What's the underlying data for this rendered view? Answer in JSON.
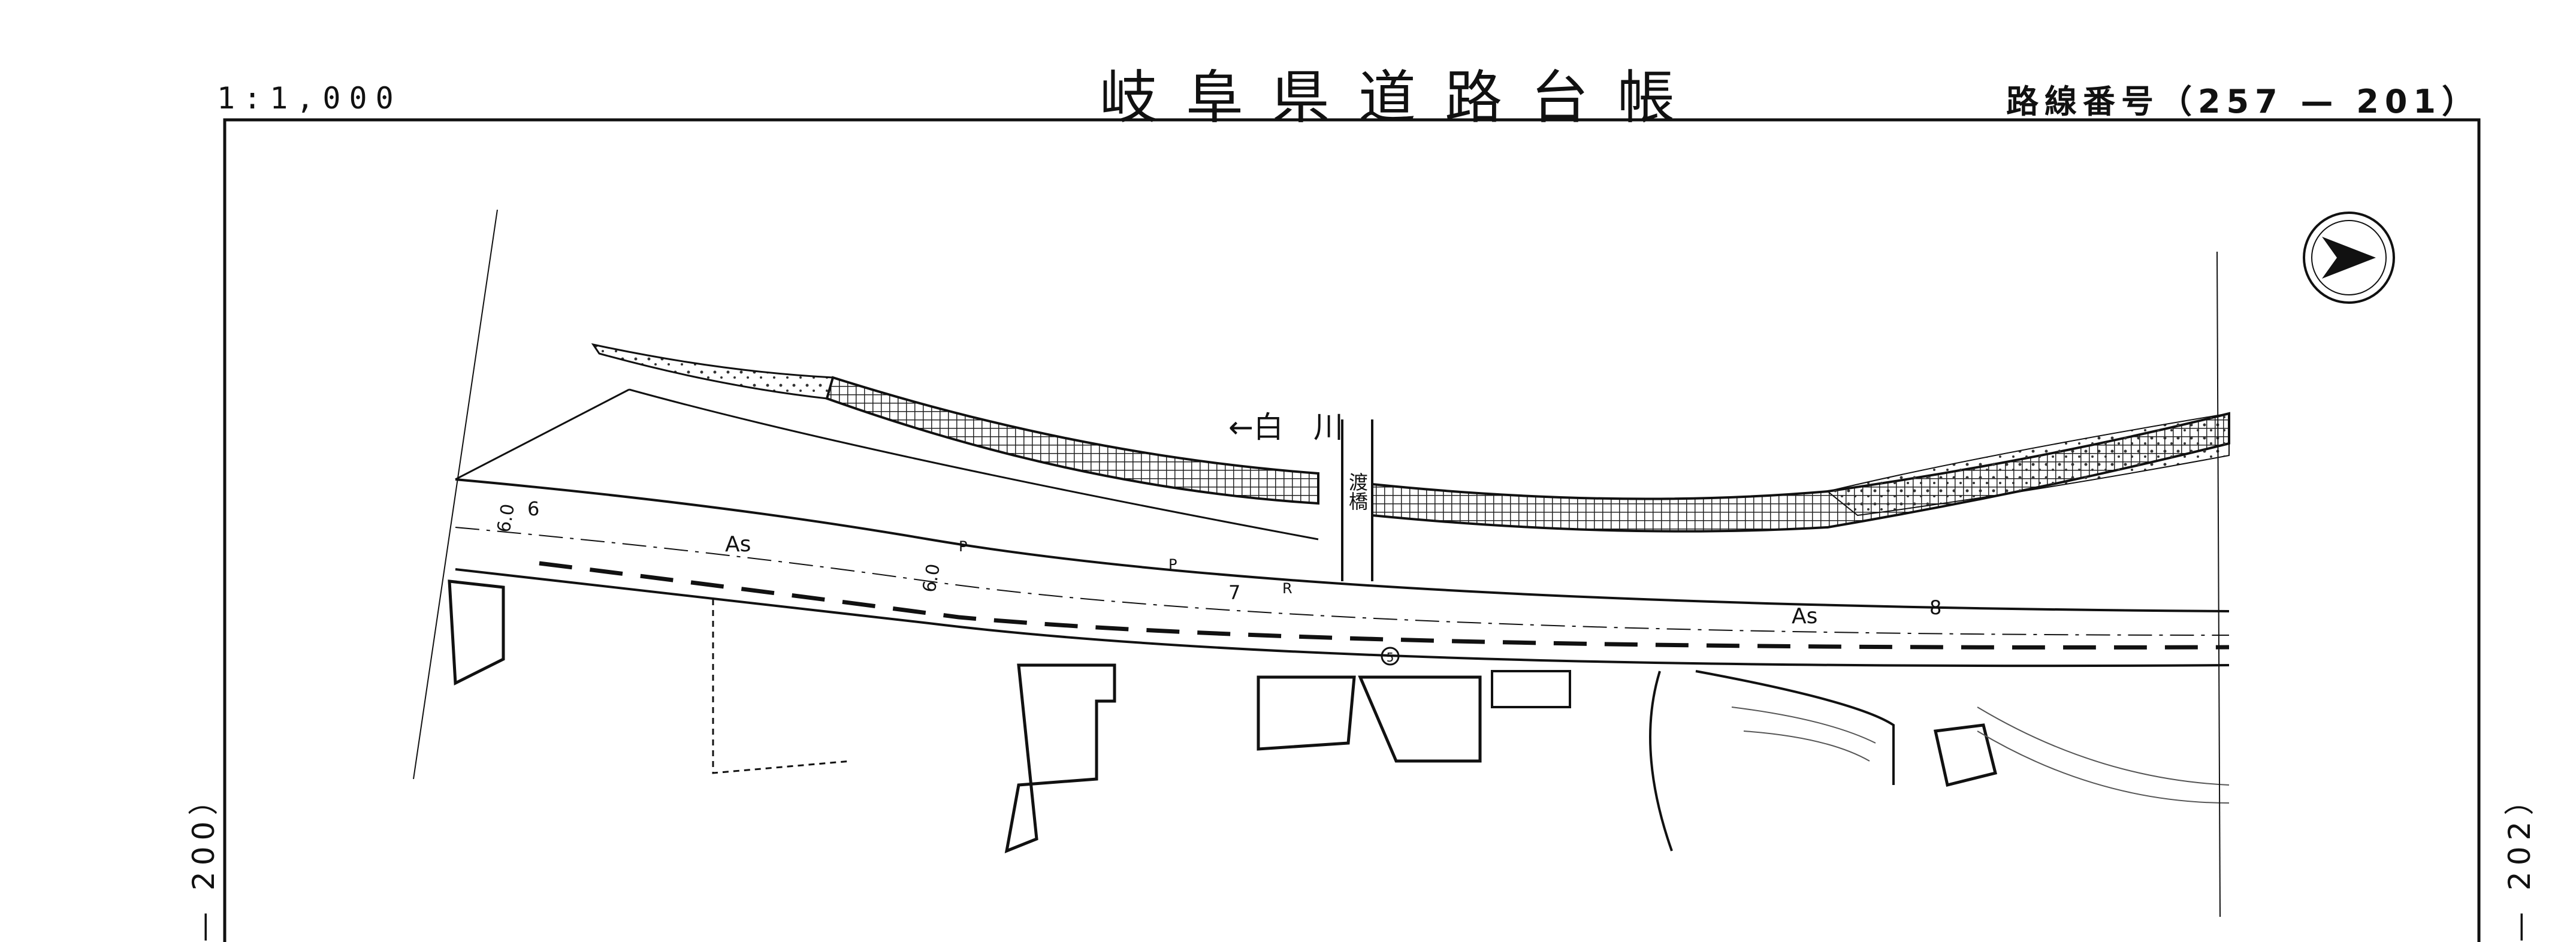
{
  "header": {
    "scale": "1:1,000",
    "title": "岐阜県道路台帳",
    "route": "路線番号（257 — 201）"
  },
  "adjacent_sheets": {
    "left": "— 200）",
    "right": "— 202）"
  },
  "map": {
    "river_label": "←白　川",
    "bridge_label": "渡橋",
    "road_surface_labels": [
      "As",
      "As"
    ],
    "width_labels": [
      "6.0",
      "6.0"
    ],
    "station_numbers": [
      "6",
      "7",
      "8"
    ],
    "point_markers": [
      "P",
      "P",
      "R"
    ],
    "circled_number": "5",
    "compass": "north-arrow-icon"
  }
}
